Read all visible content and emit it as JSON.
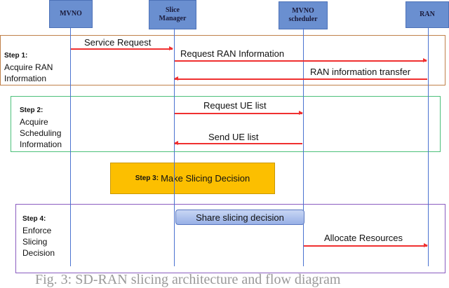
{
  "actors": [
    "MVNO",
    "Slice Manager",
    "MVNO scheduler",
    "RAN"
  ],
  "steps": [
    {
      "title": "Step 1:",
      "label": "Acquire RAN Information",
      "color": "#c0804a"
    },
    {
      "title": "Step 2:",
      "label": "Acquire Scheduling Information",
      "color": "#4cc07a"
    },
    {
      "title": "Step 3:",
      "label": "Make Slicing Decision",
      "color": "#fcbf00"
    },
    {
      "title": "Step 4:",
      "label": "Enforce Slicing Decision",
      "color": "#8a5cc0"
    }
  ],
  "messages": [
    {
      "text": "Service Request",
      "from": "MVNO",
      "to": "Slice Manager"
    },
    {
      "text": "Request RAN Information",
      "from": "Slice Manager",
      "to": "RAN"
    },
    {
      "text": "RAN information transfer",
      "from": "RAN",
      "to": "Slice Manager"
    },
    {
      "text": "Request UE list",
      "from": "Slice Manager",
      "to": "MVNO scheduler"
    },
    {
      "text": "Send UE list",
      "from": "MVNO scheduler",
      "to": "Slice Manager"
    },
    {
      "text": "Share slicing decision",
      "from": "Slice Manager",
      "to": "MVNO scheduler"
    },
    {
      "text": "Allocate Resources",
      "from": "MVNO scheduler",
      "to": "RAN"
    }
  ],
  "caption": "Fig. 3: SD-RAN slicing architecture and flow diagram",
  "colors": {
    "actor": "#6a8fd0",
    "lifeline": "#4a72d0",
    "arrow": "#f03030"
  }
}
